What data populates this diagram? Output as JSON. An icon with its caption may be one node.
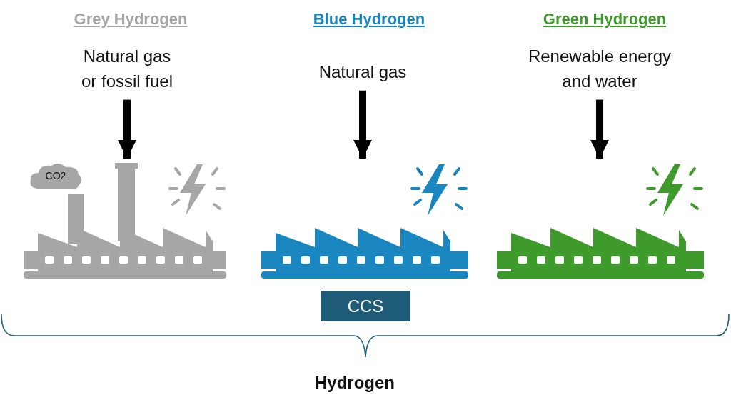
{
  "diagram": {
    "nodes": [
      {
        "text": [
          "Natural gas or fossil fuel"
        ]
      },
      {
        "text": [
          "Natural gas"
        ]
      },
      {
        "text": [
          "Renewable energy and water"
        ]
      },
      {
        "text": [
          "CO2"
        ],
        "in": 4
      },
      {
        "text": [],
        "shape": "picture"
      },
      {
        "text": [],
        "shape": "picture"
      },
      {
        "text": [],
        "shape": "picture"
      },
      {
        "text": [
          "CCS"
        ]
      }
    ],
    "edges": [
      {
        "from": 0,
        "to": 4,
        "arrow": "to"
      },
      {
        "from": 1,
        "to": 5,
        "arrow": "to"
      },
      {
        "from": 2,
        "to": 6,
        "arrow": "to"
      }
    ],
    "labels": [
      "Grey Hydrogen",
      "Blue Hydrogen",
      "Green Hydrogen",
      "Hydrogen"
    ]
  }
}
